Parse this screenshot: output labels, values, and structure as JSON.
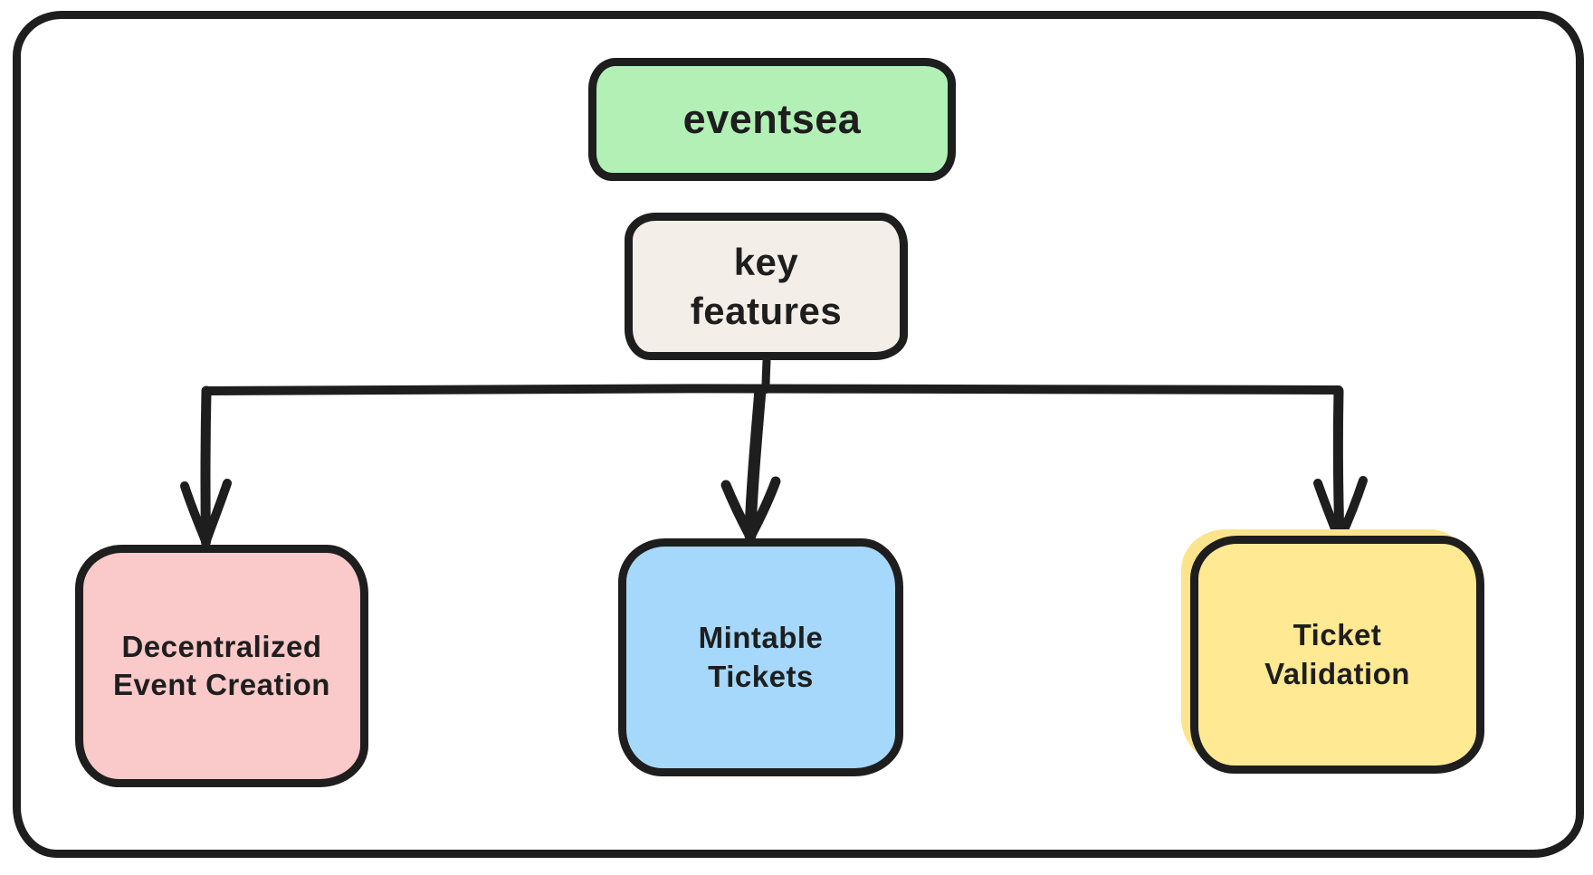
{
  "diagram": {
    "background": "#ffffff",
    "stroke_color": "#1e1e1e",
    "nodes": {
      "eventsea": {
        "label": "eventsea",
        "fill": "#b2f0b6"
      },
      "key_features": {
        "line1": "key",
        "line2": "features",
        "fill": "#f3eee8"
      },
      "decentralized_event_creation": {
        "line1": "Decentralized",
        "line2": "Event Creation",
        "fill": "#fac9c9"
      },
      "mintable_tickets": {
        "line1": "Mintable",
        "line2": "Tickets",
        "fill": "#a5d8fa"
      },
      "ticket_validation": {
        "line1": "Ticket",
        "line2": "Validation",
        "fill": "#ffe993"
      }
    },
    "edges": [
      {
        "from": "key features",
        "to": "Decentralized Event Creation"
      },
      {
        "from": "key features",
        "to": "Mintable Tickets"
      },
      {
        "from": "key features",
        "to": "Ticket Validation"
      }
    ]
  }
}
